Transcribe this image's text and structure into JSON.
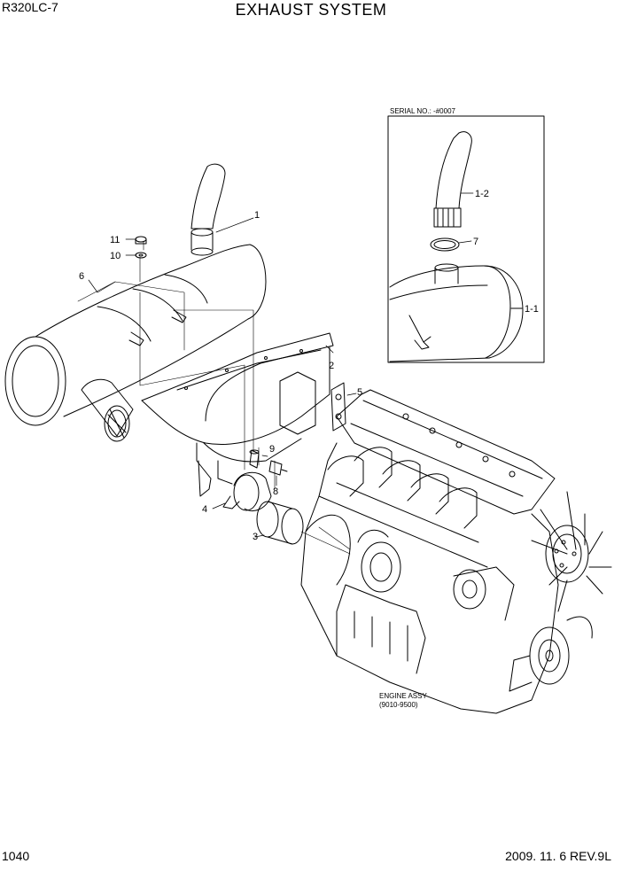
{
  "header": {
    "model": "R320LC-7",
    "title": "EXHAUST SYSTEM"
  },
  "footer": {
    "page_number": "1040",
    "revision": "2009. 11. 6  REV.9L"
  },
  "inset": {
    "serial_label": "SERIAL NO.: -#0007"
  },
  "engine_label": {
    "line1": "ENGINE ASSY",
    "line2": "(9010-9500)"
  },
  "callouts": {
    "c1": "1",
    "c1_1": "1-1",
    "c1_2": "1-2",
    "c2": "2",
    "c3": "3",
    "c4": "4",
    "c5": "5",
    "c6": "6",
    "c7": "7",
    "c8": "8",
    "c9": "9",
    "c10": "10",
    "c11": "11"
  }
}
